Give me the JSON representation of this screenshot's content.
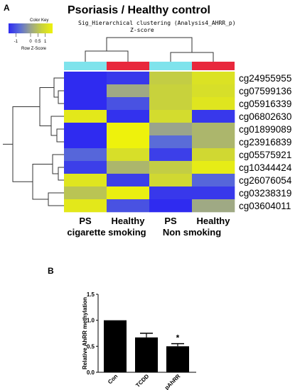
{
  "panel_a_label": "A",
  "panel_b_label": "B",
  "chart_data": [
    {
      "type": "heatmap",
      "title": "Psoriasis / Healthy control",
      "subtitle": "Sig_Hierarchical clustering (Analysis4_AHRR_p)",
      "scale_label": "Z-score",
      "color_key": {
        "title": "Color Key",
        "xlabel": "Row Z-Score",
        "ticks": [
          "-1",
          "0",
          "0.5",
          "1"
        ],
        "gradient": [
          "#2f2bf0",
          "#5a6cd8",
          "#9aa48c",
          "#c8d23c",
          "#eef20c"
        ]
      },
      "column_labels": [
        "PS",
        "Healthy",
        "PS",
        "Healthy"
      ],
      "column_group_labels": [
        "cigarette smoking",
        "Non smoking"
      ],
      "column_colors": [
        "#7fe3ec",
        "#e8283c",
        "#7fe3ec",
        "#e8283c"
      ],
      "rows": [
        "cg24955955",
        "cg07599136",
        "cg05916339",
        "cg06802630",
        "cg01899089",
        "cg23916839",
        "cg05575921",
        "cg10344424",
        "cg26076054",
        "cg03238319",
        "cg03604011"
      ],
      "values": [
        [
          -1.0,
          -0.9,
          0.45,
          0.75
        ],
        [
          -1.0,
          0.05,
          0.5,
          0.7
        ],
        [
          -1.0,
          -0.7,
          0.5,
          0.8
        ],
        [
          0.85,
          -0.95,
          0.65,
          -0.9
        ],
        [
          -1.0,
          1.0,
          0.0,
          0.2
        ],
        [
          -1.0,
          1.0,
          -0.5,
          0.2
        ],
        [
          -0.55,
          0.7,
          -0.85,
          0.6
        ],
        [
          -0.85,
          0.2,
          0.45,
          0.9
        ],
        [
          0.8,
          -0.85,
          0.6,
          -0.55
        ],
        [
          0.35,
          0.95,
          -0.9,
          -0.9
        ],
        [
          0.85,
          -0.7,
          -1.0,
          0.05
        ]
      ]
    },
    {
      "type": "bar",
      "categories": [
        "Con",
        "TCDD",
        "pAhRR"
      ],
      "values": [
        1.0,
        0.67,
        0.5
      ],
      "errors": [
        0.0,
        0.08,
        0.05
      ],
      "significance": [
        "",
        "",
        "*"
      ],
      "ylabel": "Relative AhRR methylation",
      "ylim": [
        0,
        1.5
      ],
      "yticks": [
        "0.0",
        "0.5",
        "1.0",
        "1.5"
      ],
      "bar_color": "#000000"
    }
  ]
}
